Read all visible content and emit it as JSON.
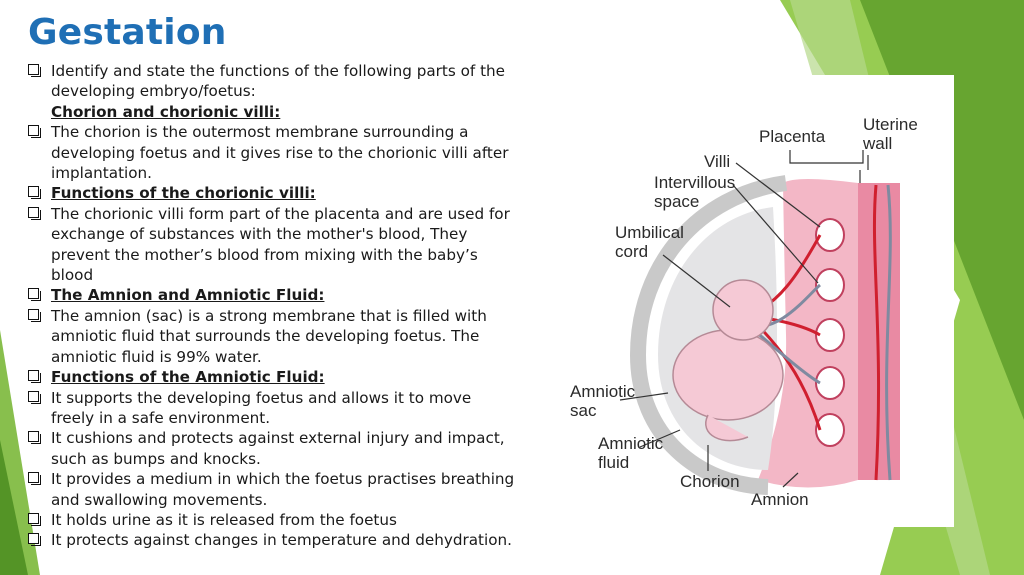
{
  "slide": {
    "title": "Gestation",
    "bullets": [
      {
        "text": "Identify and state the functions of the following parts of the developing embryo/foetus:",
        "sub": "Chorion and chorionic villi:"
      },
      {
        "text": "The chorion is the outermost membrane surrounding a developing foetus and it gives rise to the chorionic villi after implantation."
      },
      {
        "heading": "Functions of the chorionic villi:"
      },
      {
        "text": "The chorionic villi form part of the placenta and are used for exchange of substances with the mother's blood, They prevent the mother’s blood from mixing with the baby’s blood"
      },
      {
        "heading": "The Amnion and Amniotic Fluid:"
      },
      {
        "text": "The amnion (sac) is a strong membrane that is filled with amniotic fluid that surrounds the developing foetus. The amniotic fluid is 99% water."
      },
      {
        "heading": "Functions of the Amniotic Fluid:"
      },
      {
        "text": "It supports the developing foetus and allows it to move freely in a safe environment."
      },
      {
        "text": "It cushions and protects against external injury and impact, such as bumps and knocks."
      },
      {
        "text": "It provides a medium in which the foetus practises breathing and swallowing movements."
      },
      {
        "text": "It holds urine as it is released from the foetus"
      },
      {
        "text": "It protects against changes in temperature and dehydration."
      }
    ]
  },
  "diagram": {
    "labels": {
      "placenta": "Placenta",
      "uterine_wall_1": "Uterine",
      "uterine_wall_2": "wall",
      "villi": "Villi",
      "intervillous_1": "Intervillous",
      "intervillous_2": "space",
      "umbilical_1": "Umbilical",
      "umbilical_2": "cord",
      "amniotic_sac_1": "Amniotic",
      "amniotic_sac_2": "sac",
      "amniotic_fluid_1": "Amniotic",
      "amniotic_fluid_2": "fluid",
      "chorion": "Chorion",
      "amnion": "Amnion"
    }
  },
  "colors": {
    "title": "#1f6fb5",
    "accent_green": "#6aa62e",
    "tissue_pink": "#d96a86",
    "vessel_red": "#d01f2f"
  }
}
